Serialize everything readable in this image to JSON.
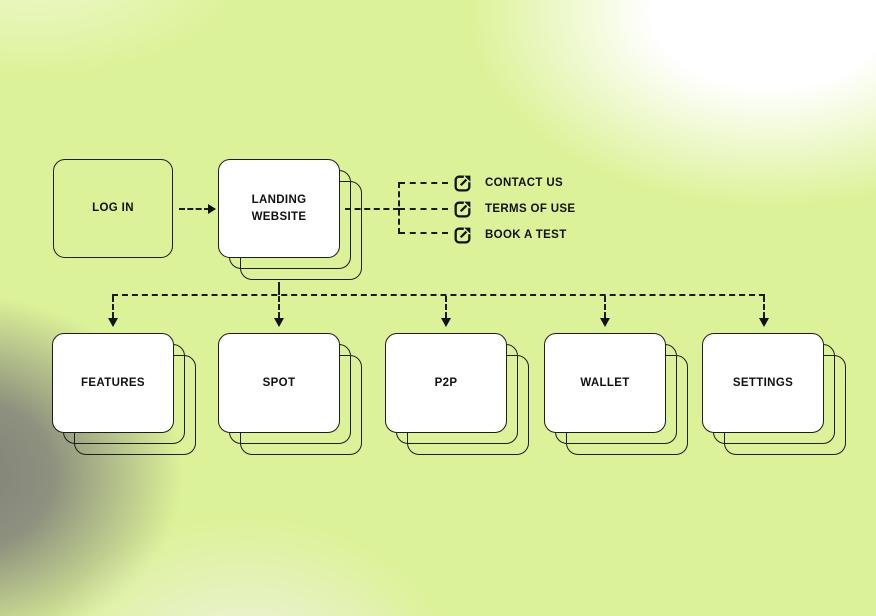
{
  "diagram": {
    "title": "user-flow-diagram",
    "nodes": {
      "login": {
        "label": "LOG IN"
      },
      "landing": {
        "label": "LANDING WEBSITE"
      }
    },
    "links": [
      {
        "label": "CONTACT US"
      },
      {
        "label": "TERMS OF USE"
      },
      {
        "label": "BOOK A TEST"
      }
    ],
    "sections": [
      {
        "label": "FEATURES"
      },
      {
        "label": "SPOT"
      },
      {
        "label": "P2P"
      },
      {
        "label": "WALLET"
      },
      {
        "label": "SETTINGS"
      }
    ],
    "icons": {
      "external_link": "external-link-icon"
    },
    "colors": {
      "background_lime": "#dcf298",
      "card_fill": "#ffffff",
      "stroke": "#1b1b19",
      "corner_gray": "#7f7f79",
      "corner_white": "#ffffff",
      "text": "#111111"
    }
  }
}
